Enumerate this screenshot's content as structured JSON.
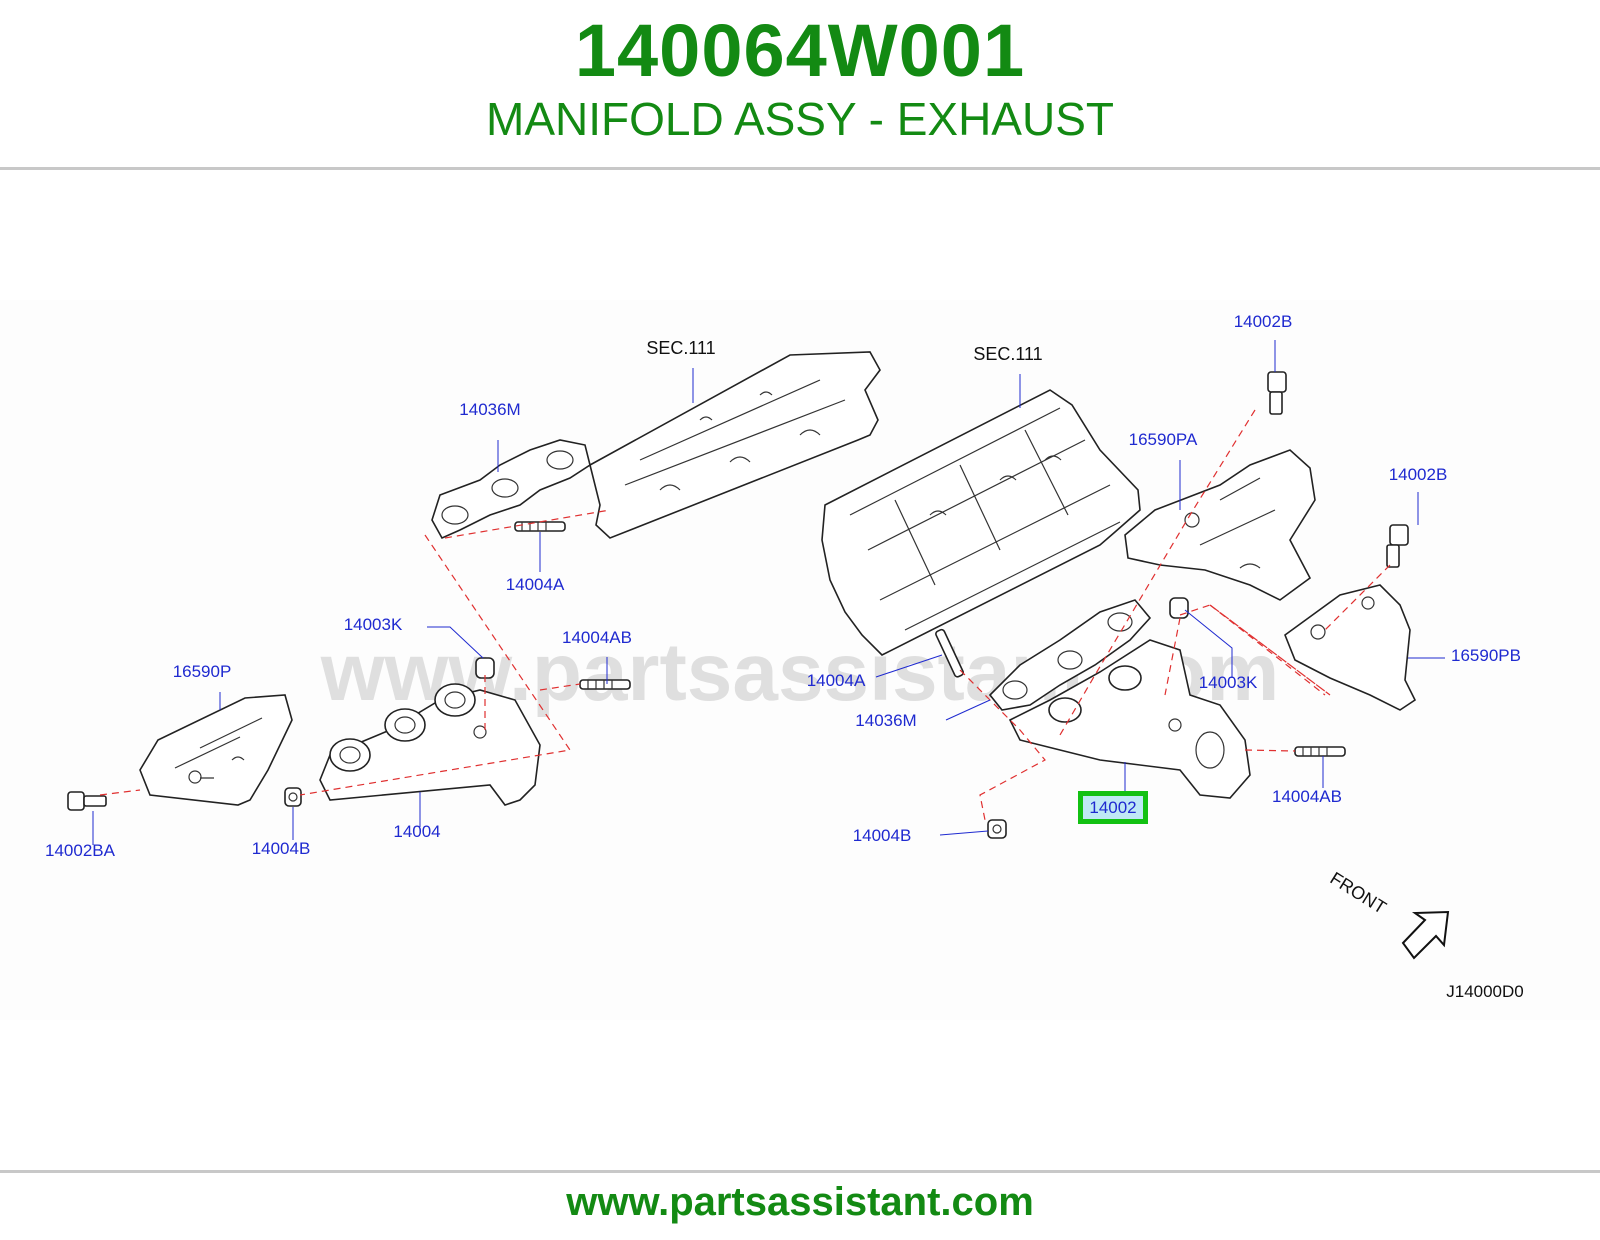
{
  "header": {
    "part_number": "140064W001",
    "part_name": "MANIFOLD ASSY - EXHAUST"
  },
  "diagram": {
    "watermark": "www.partsassistant.com",
    "sections": [
      "SEC.111",
      "SEC.111"
    ],
    "callouts": [
      "14002B",
      "16590PA",
      "14002B",
      "14036M",
      "14004A",
      "14003K",
      "14004AB",
      "16590P",
      "14002BA",
      "14004B",
      "14004",
      "14004A",
      "14036M",
      "14003K",
      "16590PB",
      "14004AB",
      "14002",
      "14004B"
    ],
    "highlighted_part": "14002",
    "direction_label": "FRONT",
    "diagram_code": "J14000D0"
  },
  "footer": {
    "url": "www.partsassistant.com"
  },
  "colors": {
    "brand_green": "#138a13",
    "callout_blue": "#1f2ad0",
    "highlight_green": "#13c113",
    "highlight_fill": "#bfe8f5"
  }
}
